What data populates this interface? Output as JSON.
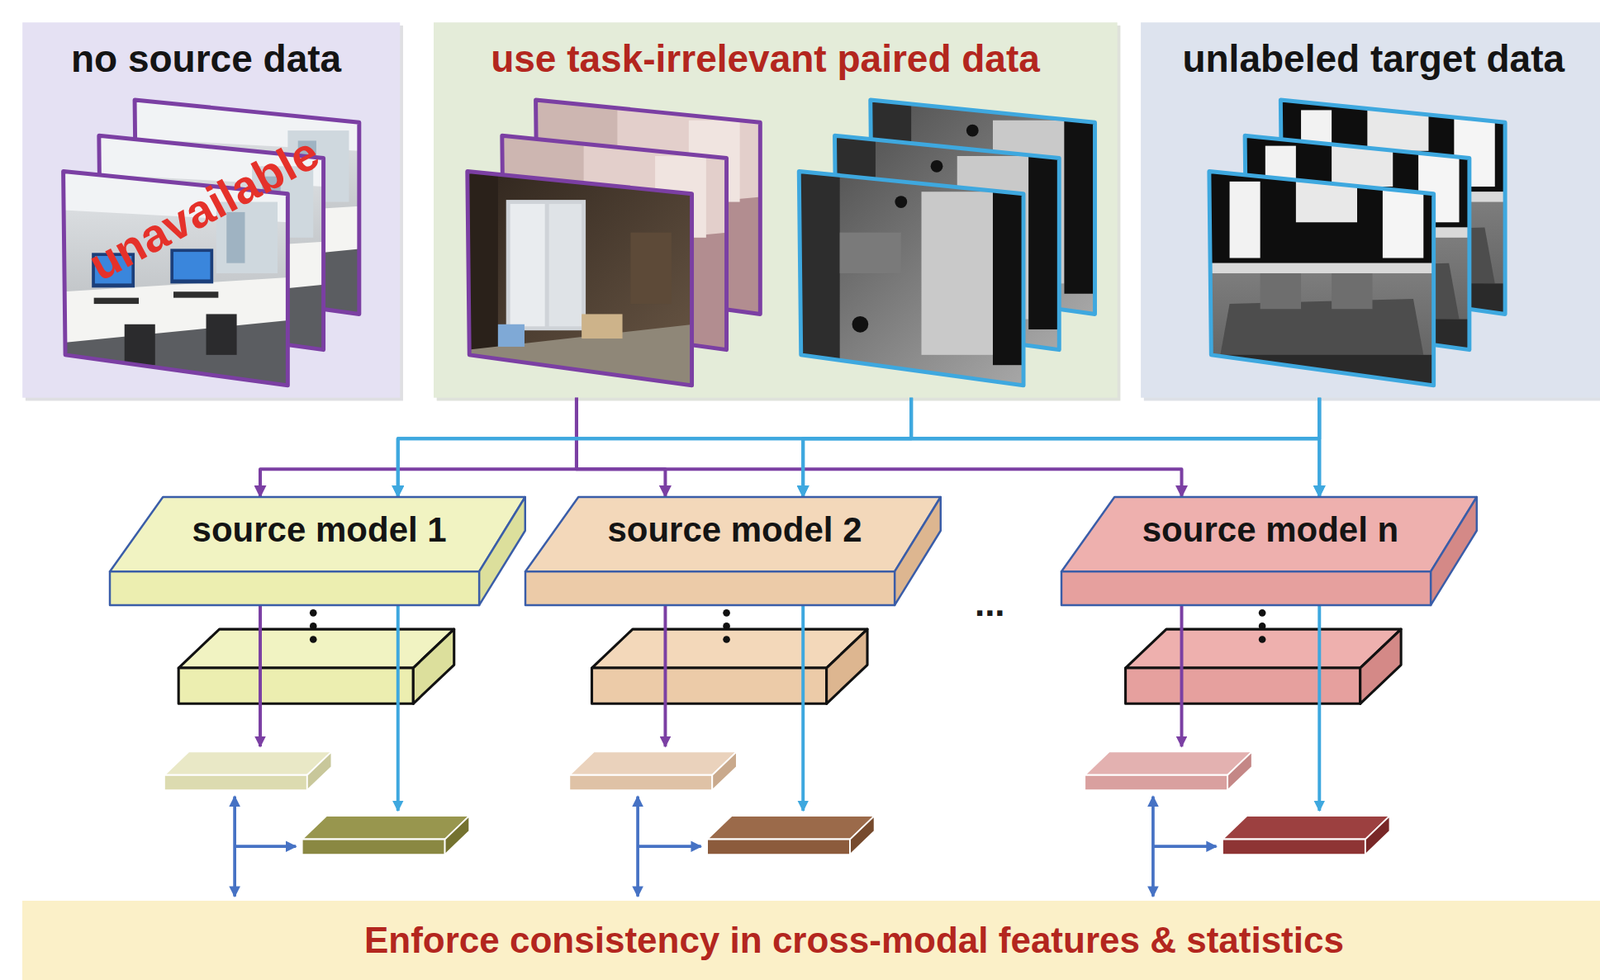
{
  "diagram": {
    "nodes": [
      {
        "text": [
          "no source data"
        ]
      },
      {
        "text": [
          "use task-irrelevant paired data"
        ]
      },
      {
        "text": [
          "unlabeled target data"
        ]
      },
      {
        "text": [
          "source model 1"
        ]
      },
      {
        "text": [
          "source model 2"
        ]
      },
      {
        "text": [
          "source model n"
        ]
      },
      {
        "text": [
          "Enforce consistency in cross-modal features & statistics"
        ]
      }
    ],
    "edges": [
      {
        "from": 1,
        "to": 3,
        "arrow": "to"
      },
      {
        "from": 1,
        "to": 4,
        "arrow": "to"
      },
      {
        "from": 1,
        "to": 5,
        "arrow": "to"
      },
      {
        "from": 1,
        "to": 3,
        "arrow": "to"
      },
      {
        "from": 1,
        "to": 4,
        "arrow": "to"
      },
      {
        "from": 1,
        "to": 5,
        "arrow": "to"
      },
      {
        "from": 2,
        "to": 3,
        "arrow": "to"
      },
      {
        "from": 2,
        "to": 4,
        "arrow": "to"
      },
      {
        "from": 2,
        "to": 5,
        "arrow": "to"
      }
    ],
    "labels": [
      "unavailable",
      "..."
    ]
  }
}
